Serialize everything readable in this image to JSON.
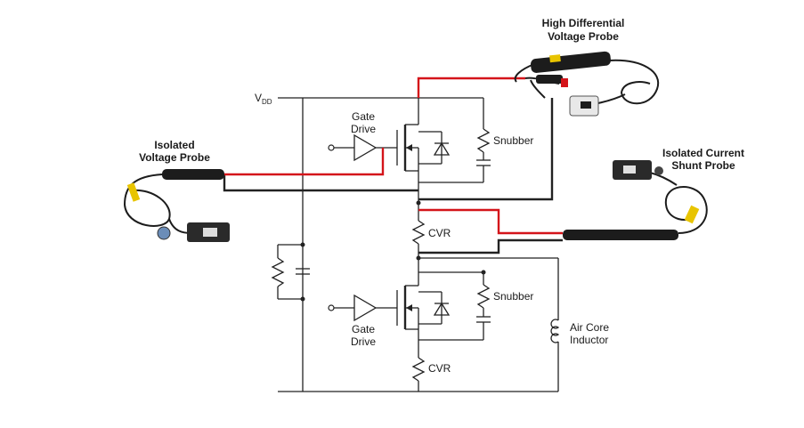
{
  "labels": {
    "vdd_main": "V",
    "vdd_sub": "DD",
    "gate_drive_top_1": "Gate",
    "gate_drive_top_2": "Drive",
    "gate_drive_bottom_1": "Gate",
    "gate_drive_bottom_2": "Drive",
    "snubber_top": "Snubber",
    "snubber_bottom": "Snubber",
    "cvr_top": "CVR",
    "cvr_bottom": "CVR",
    "air_core_1": "Air Core",
    "air_core_2": "Inductor"
  },
  "probes": {
    "high_diff_1": "High Differential",
    "high_diff_2": "Voltage Probe",
    "isolated_voltage_1": "Isolated",
    "isolated_voltage_2": "Voltage Probe",
    "isolated_current_1": "Isolated Current",
    "isolated_current_2": "Shunt Probe"
  },
  "colors": {
    "wire": "#222222",
    "probe_lead": "#d4141a",
    "probe_body": "#1c1c1c",
    "probe_accent": "#e8c400"
  }
}
